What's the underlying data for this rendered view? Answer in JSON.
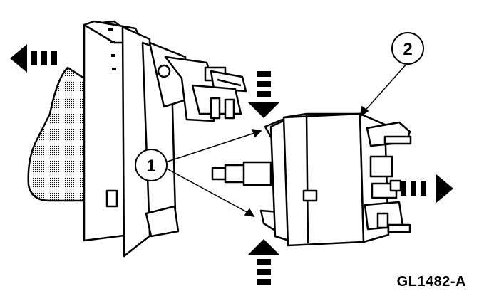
{
  "callouts": [
    {
      "label": "1"
    },
    {
      "label": "2"
    }
  ],
  "figure_id": "GL1482-A"
}
